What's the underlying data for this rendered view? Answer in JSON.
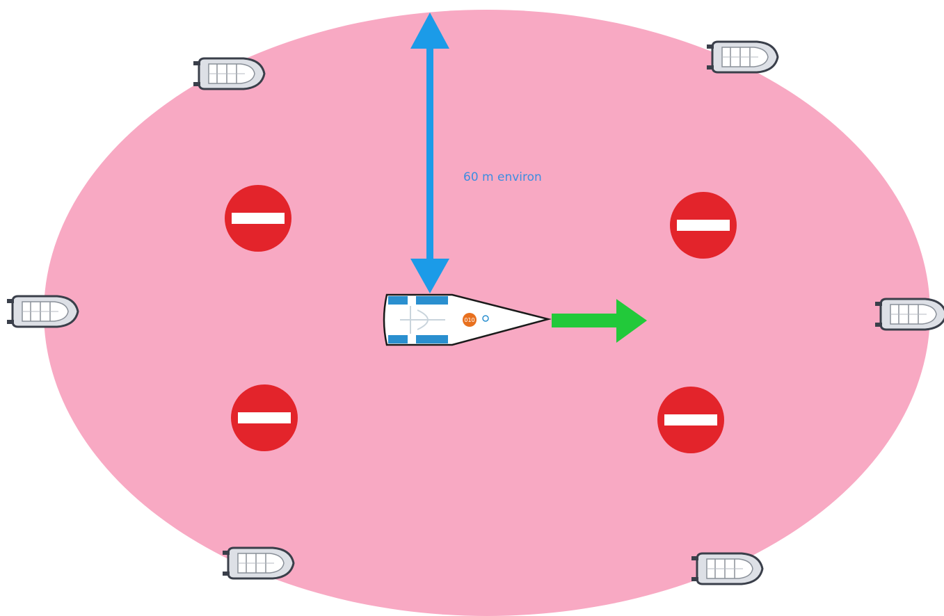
{
  "distance_label": "60 m environ",
  "boat_number": "010",
  "colors": {
    "zone_fill": "#f8a9c3",
    "no_entry_red": "#e3242b",
    "no_entry_bar": "#ffffff",
    "distance_arrow": "#1b9be8",
    "direction_arrow": "#22c93a",
    "label_text": "#3d8de0",
    "boat_hull": "#ffffff",
    "boat_accent": "#2a8fcf",
    "buoy_orange": "#e8701e",
    "dinghy_tube": "#dde0e6",
    "dinghy_dark": "#3a3f4a"
  },
  "icons": {
    "zone": "restricted-zone-ellipse",
    "no_entry": "no-entry-sign-icon",
    "main_boat": "sailboat-topview-icon",
    "escort": "inflatable-dinghy-icon",
    "distance": "double-arrow-icon",
    "heading": "right-arrow-icon"
  }
}
